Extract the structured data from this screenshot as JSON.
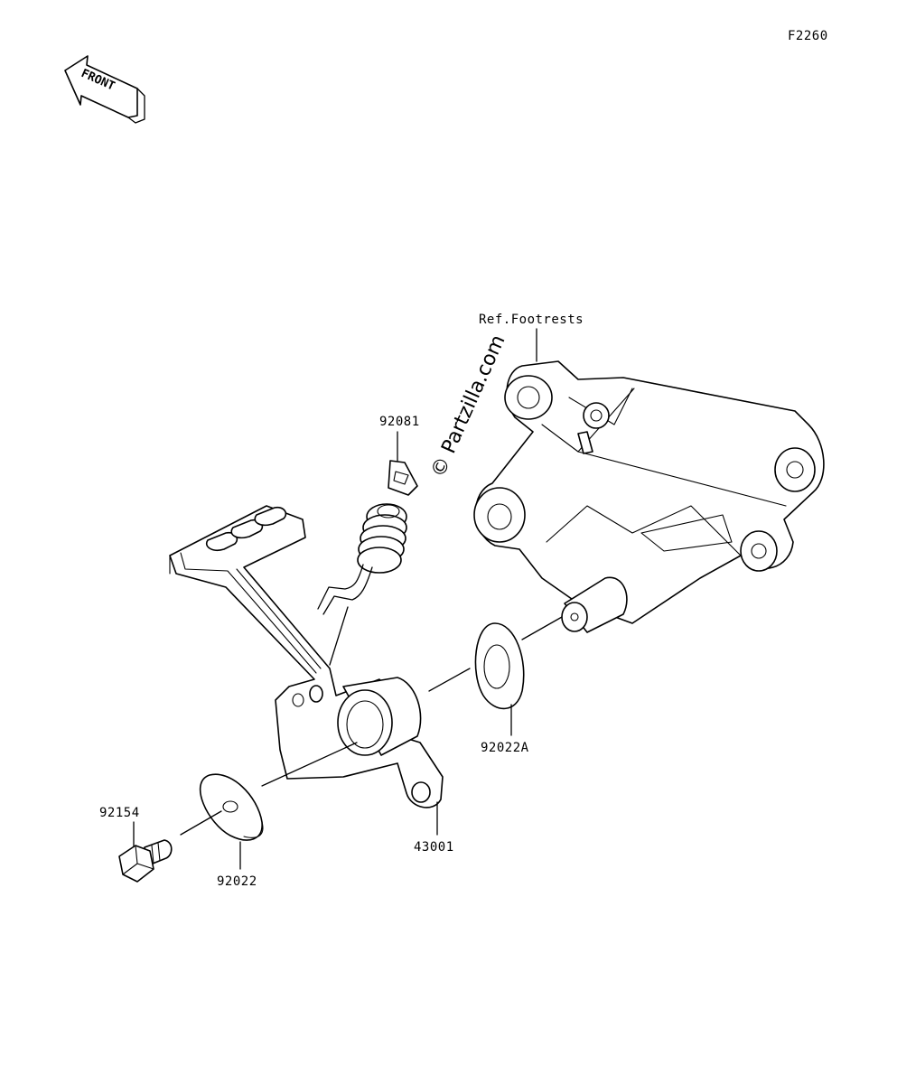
{
  "figure_code": "F2260",
  "front_indicator": {
    "label": "FRONT",
    "icon": "arrow-left-icon"
  },
  "watermark": "© Partzilla.com",
  "reference_label": "Ref.Footrests",
  "parts": [
    {
      "number": "92081"
    },
    {
      "number": "92022A"
    },
    {
      "number": "43001"
    },
    {
      "number": "92154"
    },
    {
      "number": "92022"
    }
  ]
}
